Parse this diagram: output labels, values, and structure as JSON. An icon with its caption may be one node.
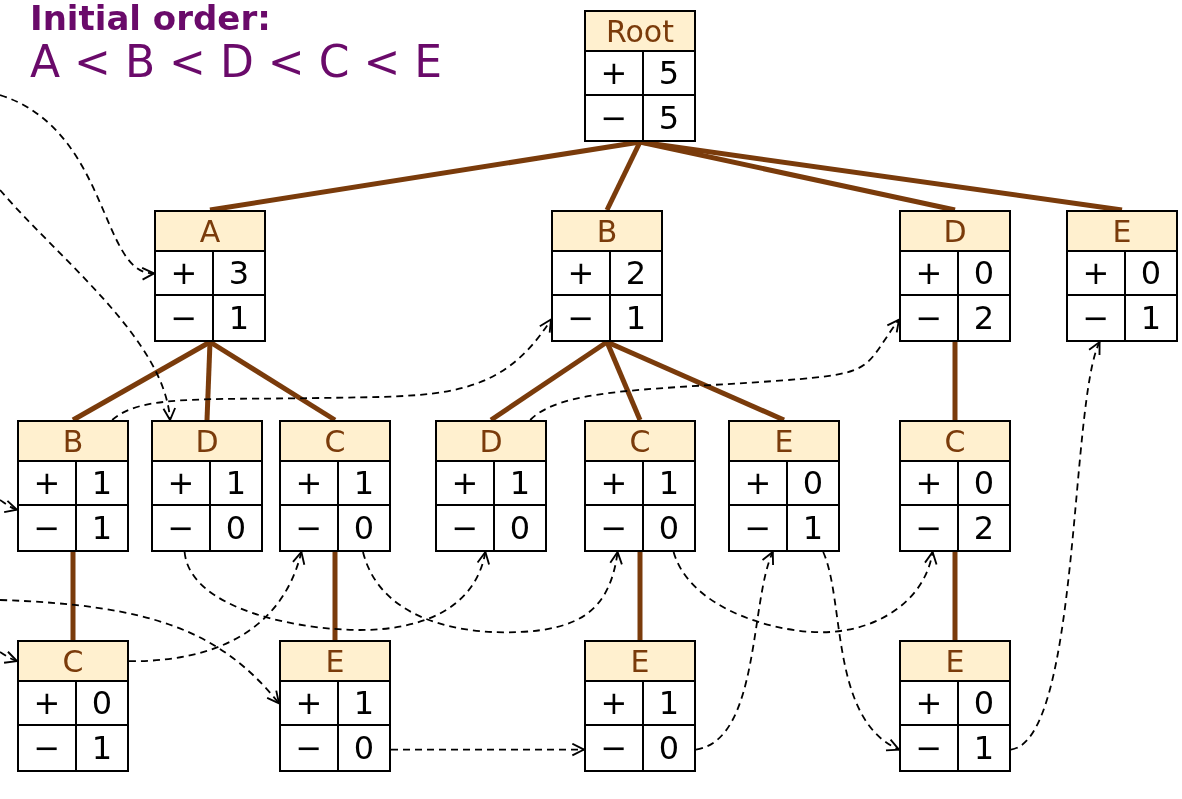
{
  "diagram": {
    "title": "Initial order:",
    "nodes": [
      {
        "text": [
          "Root",
          "+",
          "5",
          "−",
          "5"
        ]
      },
      {
        "text": [
          "A",
          "+",
          "3",
          "−",
          "1"
        ]
      },
      {
        "text": [
          "B",
          "+",
          "2",
          "−",
          "1"
        ]
      },
      {
        "text": [
          "D",
          "+",
          "0",
          "−",
          "2"
        ]
      },
      {
        "text": [
          "E",
          "+",
          "0",
          "−",
          "1"
        ]
      },
      {
        "text": [
          "B",
          "+",
          "1",
          "−",
          "1"
        ]
      },
      {
        "text": [
          "D",
          "+",
          "1",
          "−",
          "0"
        ]
      },
      {
        "text": [
          "C",
          "+",
          "1",
          "−",
          "0"
        ]
      },
      {
        "text": [
          "D",
          "+",
          "1",
          "−",
          "0"
        ]
      },
      {
        "text": [
          "C",
          "+",
          "1",
          "−",
          "0"
        ]
      },
      {
        "text": [
          "E",
          "+",
          "0",
          "−",
          "1"
        ]
      },
      {
        "text": [
          "C",
          "+",
          "0",
          "−",
          "2"
        ]
      },
      {
        "text": [
          "C",
          "+",
          "0",
          "−",
          "1"
        ]
      },
      {
        "text": [
          "E",
          "+",
          "1",
          "−",
          "0"
        ]
      },
      {
        "text": [
          "E",
          "+",
          "1",
          "−",
          "0"
        ]
      },
      {
        "text": [
          "E",
          "+",
          "0",
          "−",
          "1"
        ]
      }
    ],
    "edges": [
      {
        "from": 0,
        "to": 1,
        "arrow": "none",
        "style": "thick",
        "color": "#7a3b0b"
      },
      {
        "from": 0,
        "to": 2,
        "arrow": "none",
        "style": "thick",
        "color": "#7a3b0b"
      },
      {
        "from": 0,
        "to": 3,
        "arrow": "none",
        "style": "thick",
        "color": "#7a3b0b"
      },
      {
        "from": 0,
        "to": 4,
        "arrow": "none",
        "style": "thick",
        "color": "#7a3b0b"
      },
      {
        "from": 1,
        "to": 5,
        "arrow": "none",
        "style": "thick",
        "color": "#7a3b0b"
      },
      {
        "from": 1,
        "to": 6,
        "arrow": "none",
        "style": "thick",
        "color": "#7a3b0b"
      },
      {
        "from": 1,
        "to": 7,
        "arrow": "none",
        "style": "thick",
        "color": "#7a3b0b"
      },
      {
        "from": 2,
        "to": 8,
        "arrow": "none",
        "style": "thick",
        "color": "#7a3b0b"
      },
      {
        "from": 2,
        "to": 9,
        "arrow": "none",
        "style": "thick",
        "color": "#7a3b0b"
      },
      {
        "from": 2,
        "to": 10,
        "arrow": "none",
        "style": "thick",
        "color": "#7a3b0b"
      },
      {
        "from": 3,
        "to": 11,
        "arrow": "none",
        "style": "thick",
        "color": "#7a3b0b"
      },
      {
        "from": 5,
        "to": 12,
        "arrow": "none",
        "style": "thick",
        "color": "#7a3b0b"
      },
      {
        "from": 7,
        "to": 13,
        "arrow": "none",
        "style": "thick",
        "color": "#7a3b0b"
      },
      {
        "from": 9,
        "to": 14,
        "arrow": "none",
        "style": "thick",
        "color": "#7a3b0b"
      },
      {
        "from": 11,
        "to": 15,
        "arrow": "none",
        "style": "thick",
        "color": "#7a3b0b"
      },
      {
        "from": null,
        "to": 1,
        "arrow": "to",
        "style": "dashed",
        "color": "#000000"
      },
      {
        "from": null,
        "to": 6,
        "arrow": "to",
        "style": "dashed",
        "color": "#000000"
      },
      {
        "from": 5,
        "to": 2,
        "arrow": "to",
        "style": "dashed",
        "color": "#000000"
      },
      {
        "from": 8,
        "to": 3,
        "arrow": "to",
        "style": "dashed",
        "color": "#000000"
      },
      {
        "from": null,
        "to": 5,
        "arrow": "to",
        "style": "dashed",
        "color": "#000000"
      },
      {
        "from": null,
        "to": 12,
        "arrow": "to",
        "style": "dashed",
        "color": "#000000"
      },
      {
        "from": 6,
        "to": 8,
        "arrow": "to",
        "style": "dashed",
        "color": "#000000"
      },
      {
        "from": 12,
        "to": 7,
        "arrow": "to",
        "style": "dashed",
        "color": "#000000"
      },
      {
        "from": 7,
        "to": 9,
        "arrow": "to",
        "style": "dashed",
        "color": "#000000"
      },
      {
        "from": 9,
        "to": 11,
        "arrow": "to",
        "style": "dashed",
        "color": "#000000"
      },
      {
        "from": null,
        "to": 13,
        "arrow": "to",
        "style": "dashed",
        "color": "#000000"
      },
      {
        "from": 13,
        "to": 14,
        "arrow": "to",
        "style": "dashed",
        "color": "#000000"
      },
      {
        "from": 14,
        "to": 10,
        "arrow": "to",
        "style": "dashed",
        "color": "#000000"
      },
      {
        "from": 10,
        "to": 15,
        "arrow": "to",
        "style": "dashed",
        "color": "#000000"
      },
      {
        "from": 15,
        "to": 4,
        "arrow": "to",
        "style": "dashed",
        "color": "#000000"
      }
    ],
    "labels": [
      "A < B < D < C < E"
    ]
  }
}
